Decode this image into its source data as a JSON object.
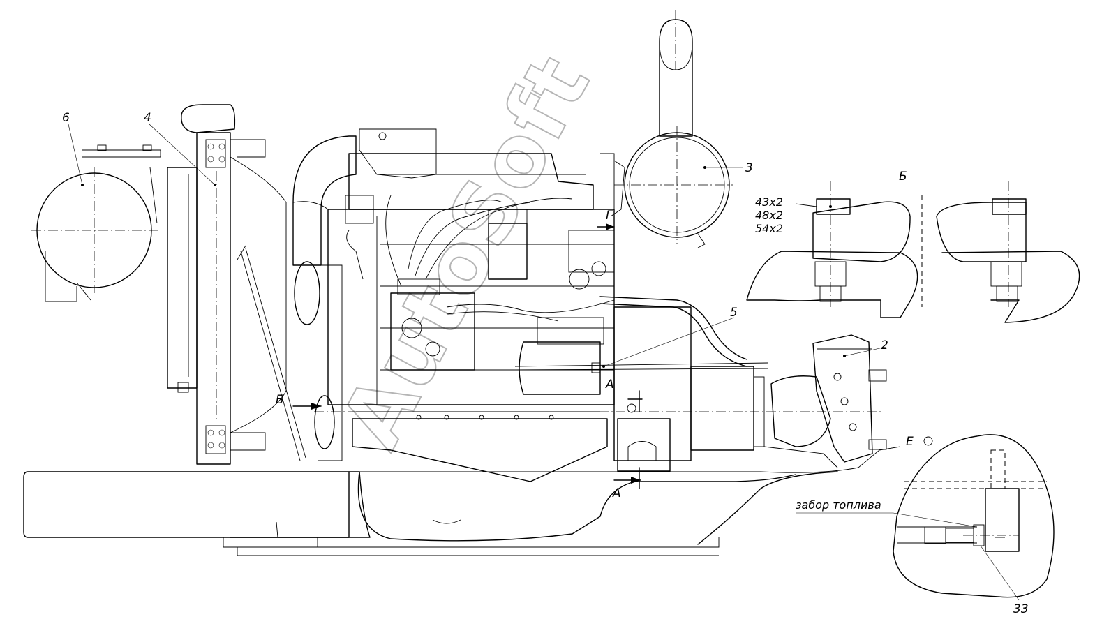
{
  "callouts": {
    "c6": "6",
    "c4": "4",
    "c3": "3",
    "c5": "5",
    "c2": "2",
    "c33": "33"
  },
  "views": {
    "b_top": "Б",
    "b_arrow": "Б",
    "a_top": "А",
    "a_bottom": "А",
    "g_section": "Г",
    "e_view": "Е"
  },
  "bolts": {
    "line1": "43x2",
    "line2": "48x2",
    "line3": "54x2"
  },
  "fuel_note": "забор топлива",
  "watermark": "AutoSoft"
}
